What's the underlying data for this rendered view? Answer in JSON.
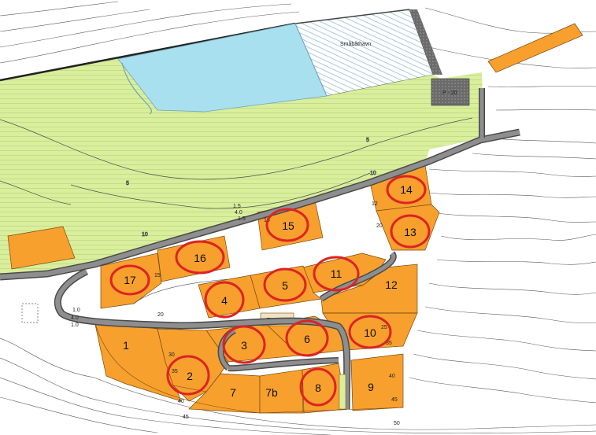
{
  "map": {
    "colors": {
      "background": "#ffffff",
      "green_area": "#d9ef9a",
      "water": "#a9e0f0",
      "plot_fill": "#f7a02e",
      "plot_stroke": "#7a4a10",
      "road": "#8e8e8e",
      "road_edge": "#4a4a4a",
      "circle": "#dd2323",
      "contour": "#555555",
      "hatch": "#9aa477",
      "trafo_box": "#f1e2c6",
      "path_green": "#d9ef9a"
    },
    "labels": {
      "harbour": "Småbåthavn",
      "parking": "P - 20",
      "trafo": "Trafo",
      "arrow_road": "1.5",
      "arrow_road_2": "4.0",
      "arrow_road_3": "1.5",
      "road_left_1": "1.0",
      "road_left_2": "4.0",
      "road_left_3": "1.0",
      "c5a": "5",
      "c5b": "5",
      "c10a": "10",
      "c10b": "10",
      "c12": "12",
      "c15a": "15",
      "c15b": "15",
      "c20a": "20",
      "c20b": "20",
      "c25": "25",
      "c30": "30",
      "c35a": "35",
      "c35b": "35",
      "c40a": "40",
      "c40b": "40",
      "c45a": "45",
      "c45b": "45",
      "c50": "50"
    },
    "plots": [
      {
        "label": "14",
        "circled": true
      },
      {
        "label": "13",
        "circled": true
      },
      {
        "label": "15",
        "circled": true
      },
      {
        "label": "16",
        "circled": true
      },
      {
        "label": "17",
        "circled": true
      },
      {
        "label": "11",
        "circled": true
      },
      {
        "label": "5",
        "circled": true
      },
      {
        "label": "4",
        "circled": true
      },
      {
        "label": "12",
        "circled": false
      },
      {
        "label": "10",
        "circled": true
      },
      {
        "label": "6",
        "circled": true
      },
      {
        "label": "3",
        "circled": true
      },
      {
        "label": "1",
        "circled": false
      },
      {
        "label": "2",
        "circled": true
      },
      {
        "label": "7",
        "circled": false
      },
      {
        "label": "7b",
        "circled": false
      },
      {
        "label": "8",
        "circled": true
      },
      {
        "label": "9",
        "circled": false
      }
    ]
  }
}
